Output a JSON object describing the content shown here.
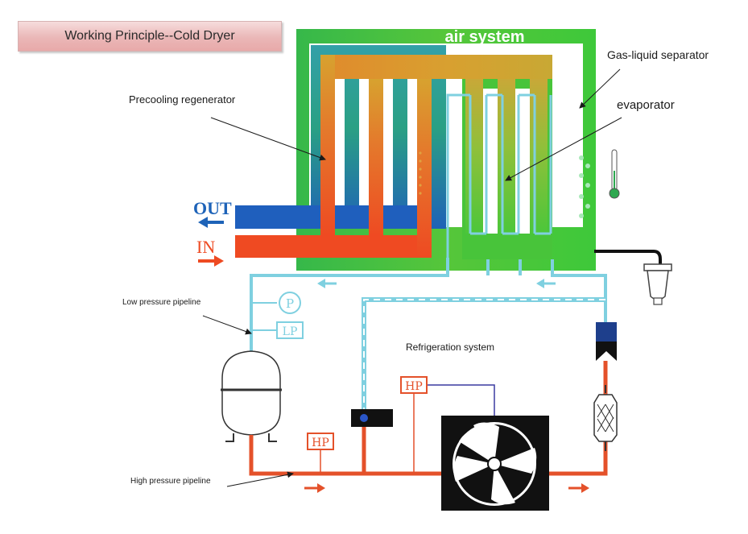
{
  "title": "Working Principle--Cold Dryer",
  "labels": {
    "air_system": "air system",
    "gas_liquid_separator": "Gas-liquid separator",
    "evaporator": "evaporator",
    "precooling_regenerator": "Precooling regenerator",
    "out": "OUT",
    "in": "IN",
    "low_pressure_pipeline": "Low pressure pipeline",
    "refrigeration_system": "Refrigeration system",
    "high_pressure_pipeline": "High pressure pipeline"
  },
  "gauges": {
    "p": "P",
    "lp": "LP",
    "hp_top": "HP",
    "hp_left": "HP"
  },
  "colors": {
    "hot_air": "#ee4a22",
    "cold_air": "#1e63b8",
    "green_frame": "#3ec83a",
    "orange_frame": "#e0a030",
    "low_pressure_line": "#7fd0e0",
    "high_pressure_line": "#e4512a"
  }
}
